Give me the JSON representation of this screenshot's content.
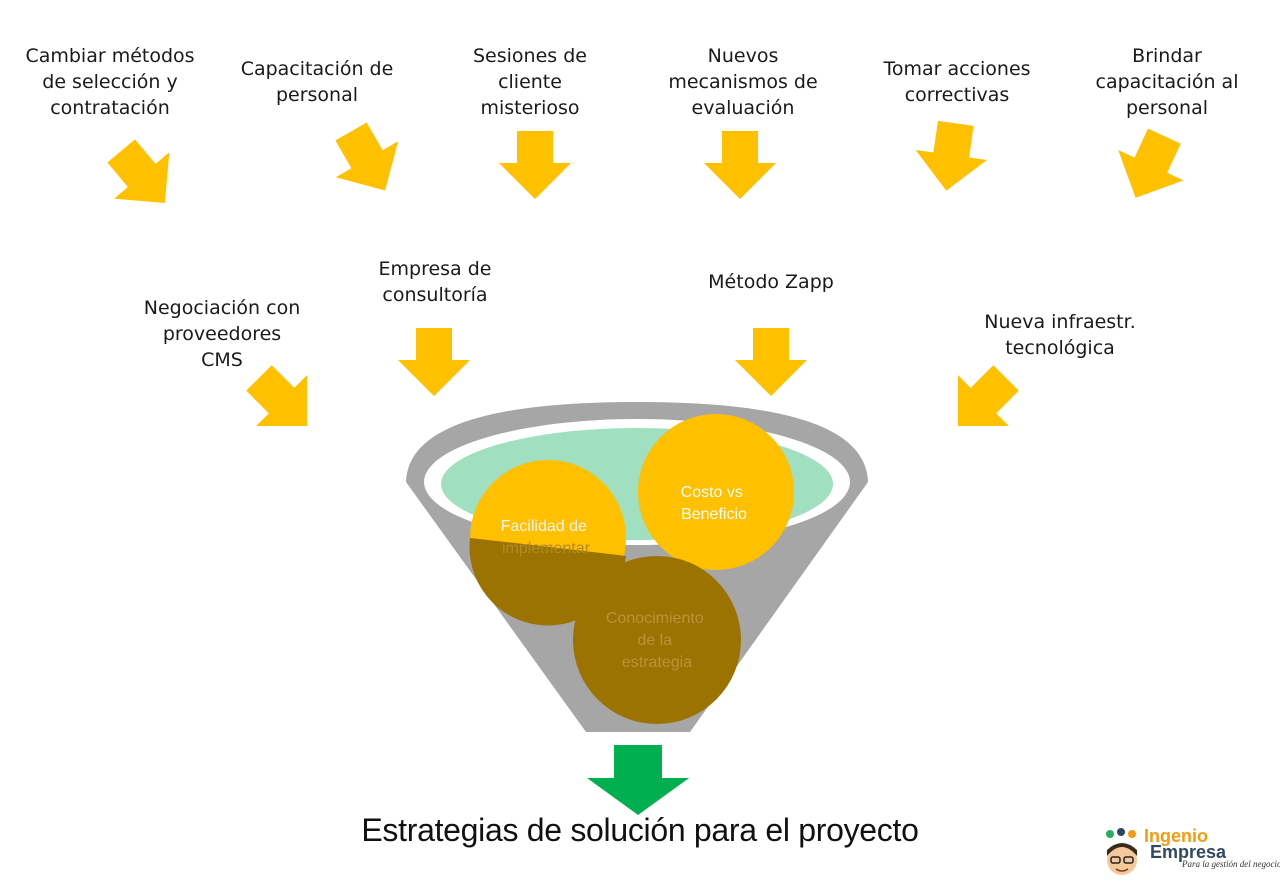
{
  "inputs_top": [
    "Cambiar métodos\nde selección y\ncontratación",
    "Capacitación de\npersonal",
    "Sesiones de\ncliente\nmisterioso",
    "Nuevos\nmecanismos de\nevaluación",
    "Tomar acciones\ncorrectivas",
    "Brindar\ncapacitación al\npersonal"
  ],
  "inputs_middle": [
    "Negociación con\nproveedores\nCMS",
    "Empresa de\nconsultoría",
    "Método Zapp",
    "Nueva infraestr.\ntecnológica"
  ],
  "funnel_criteria": [
    "Facilidad de\nimplementar",
    "Costo vs\nBeneficio",
    "Conocimiento\nde la\nestrategia"
  ],
  "result": "Estrategias de solución para el proyecto",
  "logo": {
    "word1": "Ingenio",
    "word2": "Empresa",
    "tagline": "Para la gestión del negocio"
  },
  "colors": {
    "arrow": "#FFC000",
    "result_arrow": "#00B050",
    "funnel": "#A6A6A6",
    "funnel_opening": "#A0DFC0",
    "circle": "#FFC000",
    "circle_overlap": "#9C7300",
    "logo_orange": "#F39C12",
    "logo_dark": "#2E4A5C"
  }
}
